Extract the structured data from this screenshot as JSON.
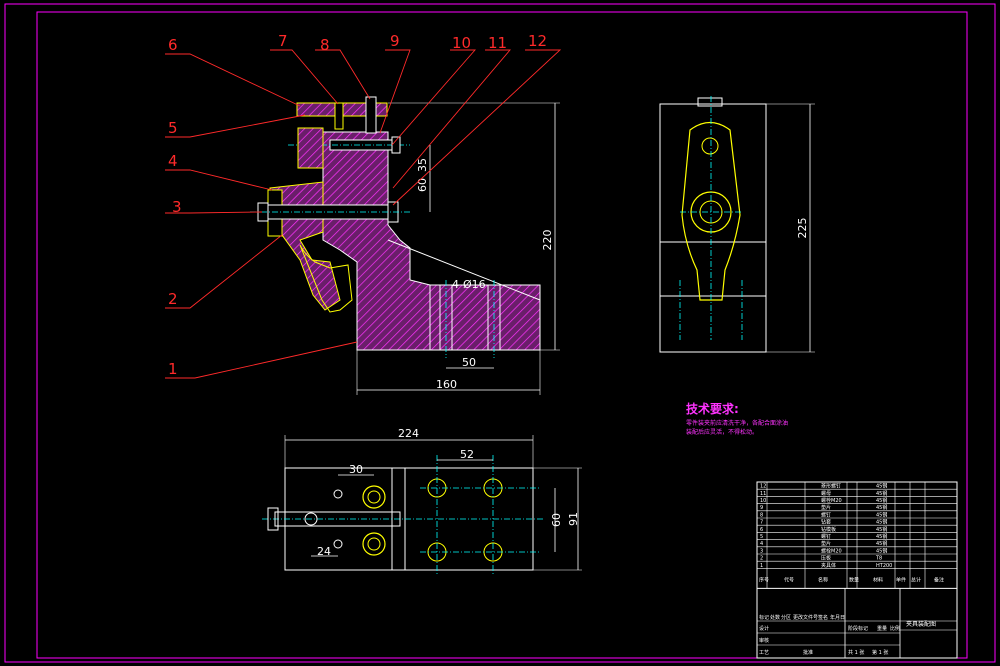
{
  "colors": {
    "background": "#000000",
    "frame": "#ff00ff",
    "outline": "#ffffff",
    "part": "#ffff00",
    "hatch": "#ff33ff",
    "leader": "#ff2a2a",
    "center": "#00ffff"
  },
  "leaders": [
    "1",
    "2",
    "3",
    "4",
    "5",
    "6",
    "7",
    "8",
    "9",
    "10",
    "11",
    "12"
  ],
  "dimensions": {
    "front_height": "220",
    "front_60": "60",
    "front_35": "35",
    "front_holes": "4-Ø16",
    "front_50": "50",
    "front_160": "160",
    "side_height": "225",
    "top_width": "224",
    "top_52": "52",
    "top_30": "30",
    "top_24": "24",
    "top_60": "60",
    "top_91": "91"
  },
  "technical": {
    "title": "技术要求:",
    "lines": [
      "零件装夹前应清洗干净，各配合面涂油",
      "装配后应灵活，不得松动。"
    ]
  },
  "title_block": {
    "drawing_title": "夹具装配图",
    "col_headers": [
      "序号",
      "代号",
      "名称",
      "数量",
      "材料",
      "单件",
      "总计",
      "备注"
    ],
    "rows": [
      {
        "no": "12",
        "name": "菱形螺钉",
        "mat": "45钢"
      },
      {
        "no": "11",
        "name": "螺母",
        "mat": "45钢"
      },
      {
        "no": "10",
        "name": "螺栓M20",
        "mat": "45钢"
      },
      {
        "no": "9",
        "name": "垫片",
        "mat": "45钢"
      },
      {
        "no": "8",
        "name": "螺钉",
        "mat": "45钢"
      },
      {
        "no": "7",
        "name": "钻套",
        "mat": "45钢"
      },
      {
        "no": "6",
        "name": "钻模板",
        "mat": "45钢"
      },
      {
        "no": "5",
        "name": "螺钉",
        "mat": "45钢"
      },
      {
        "no": "4",
        "name": "垫片",
        "mat": "45钢"
      },
      {
        "no": "3",
        "name": "螺栓M20",
        "mat": "45钢"
      },
      {
        "no": "2",
        "name": "压板",
        "mat": "T8"
      },
      {
        "no": "1",
        "name": "夹具体",
        "mat": "HT200"
      }
    ],
    "sign_labels": [
      "标记",
      "处数",
      "分区",
      "更改文件号",
      "签名",
      "年月日",
      "设计",
      "审核",
      "工艺",
      "批准"
    ],
    "scale_labels": [
      "阶段标记",
      "重量",
      "比例",
      "共 1 张",
      "第 1 张"
    ]
  }
}
